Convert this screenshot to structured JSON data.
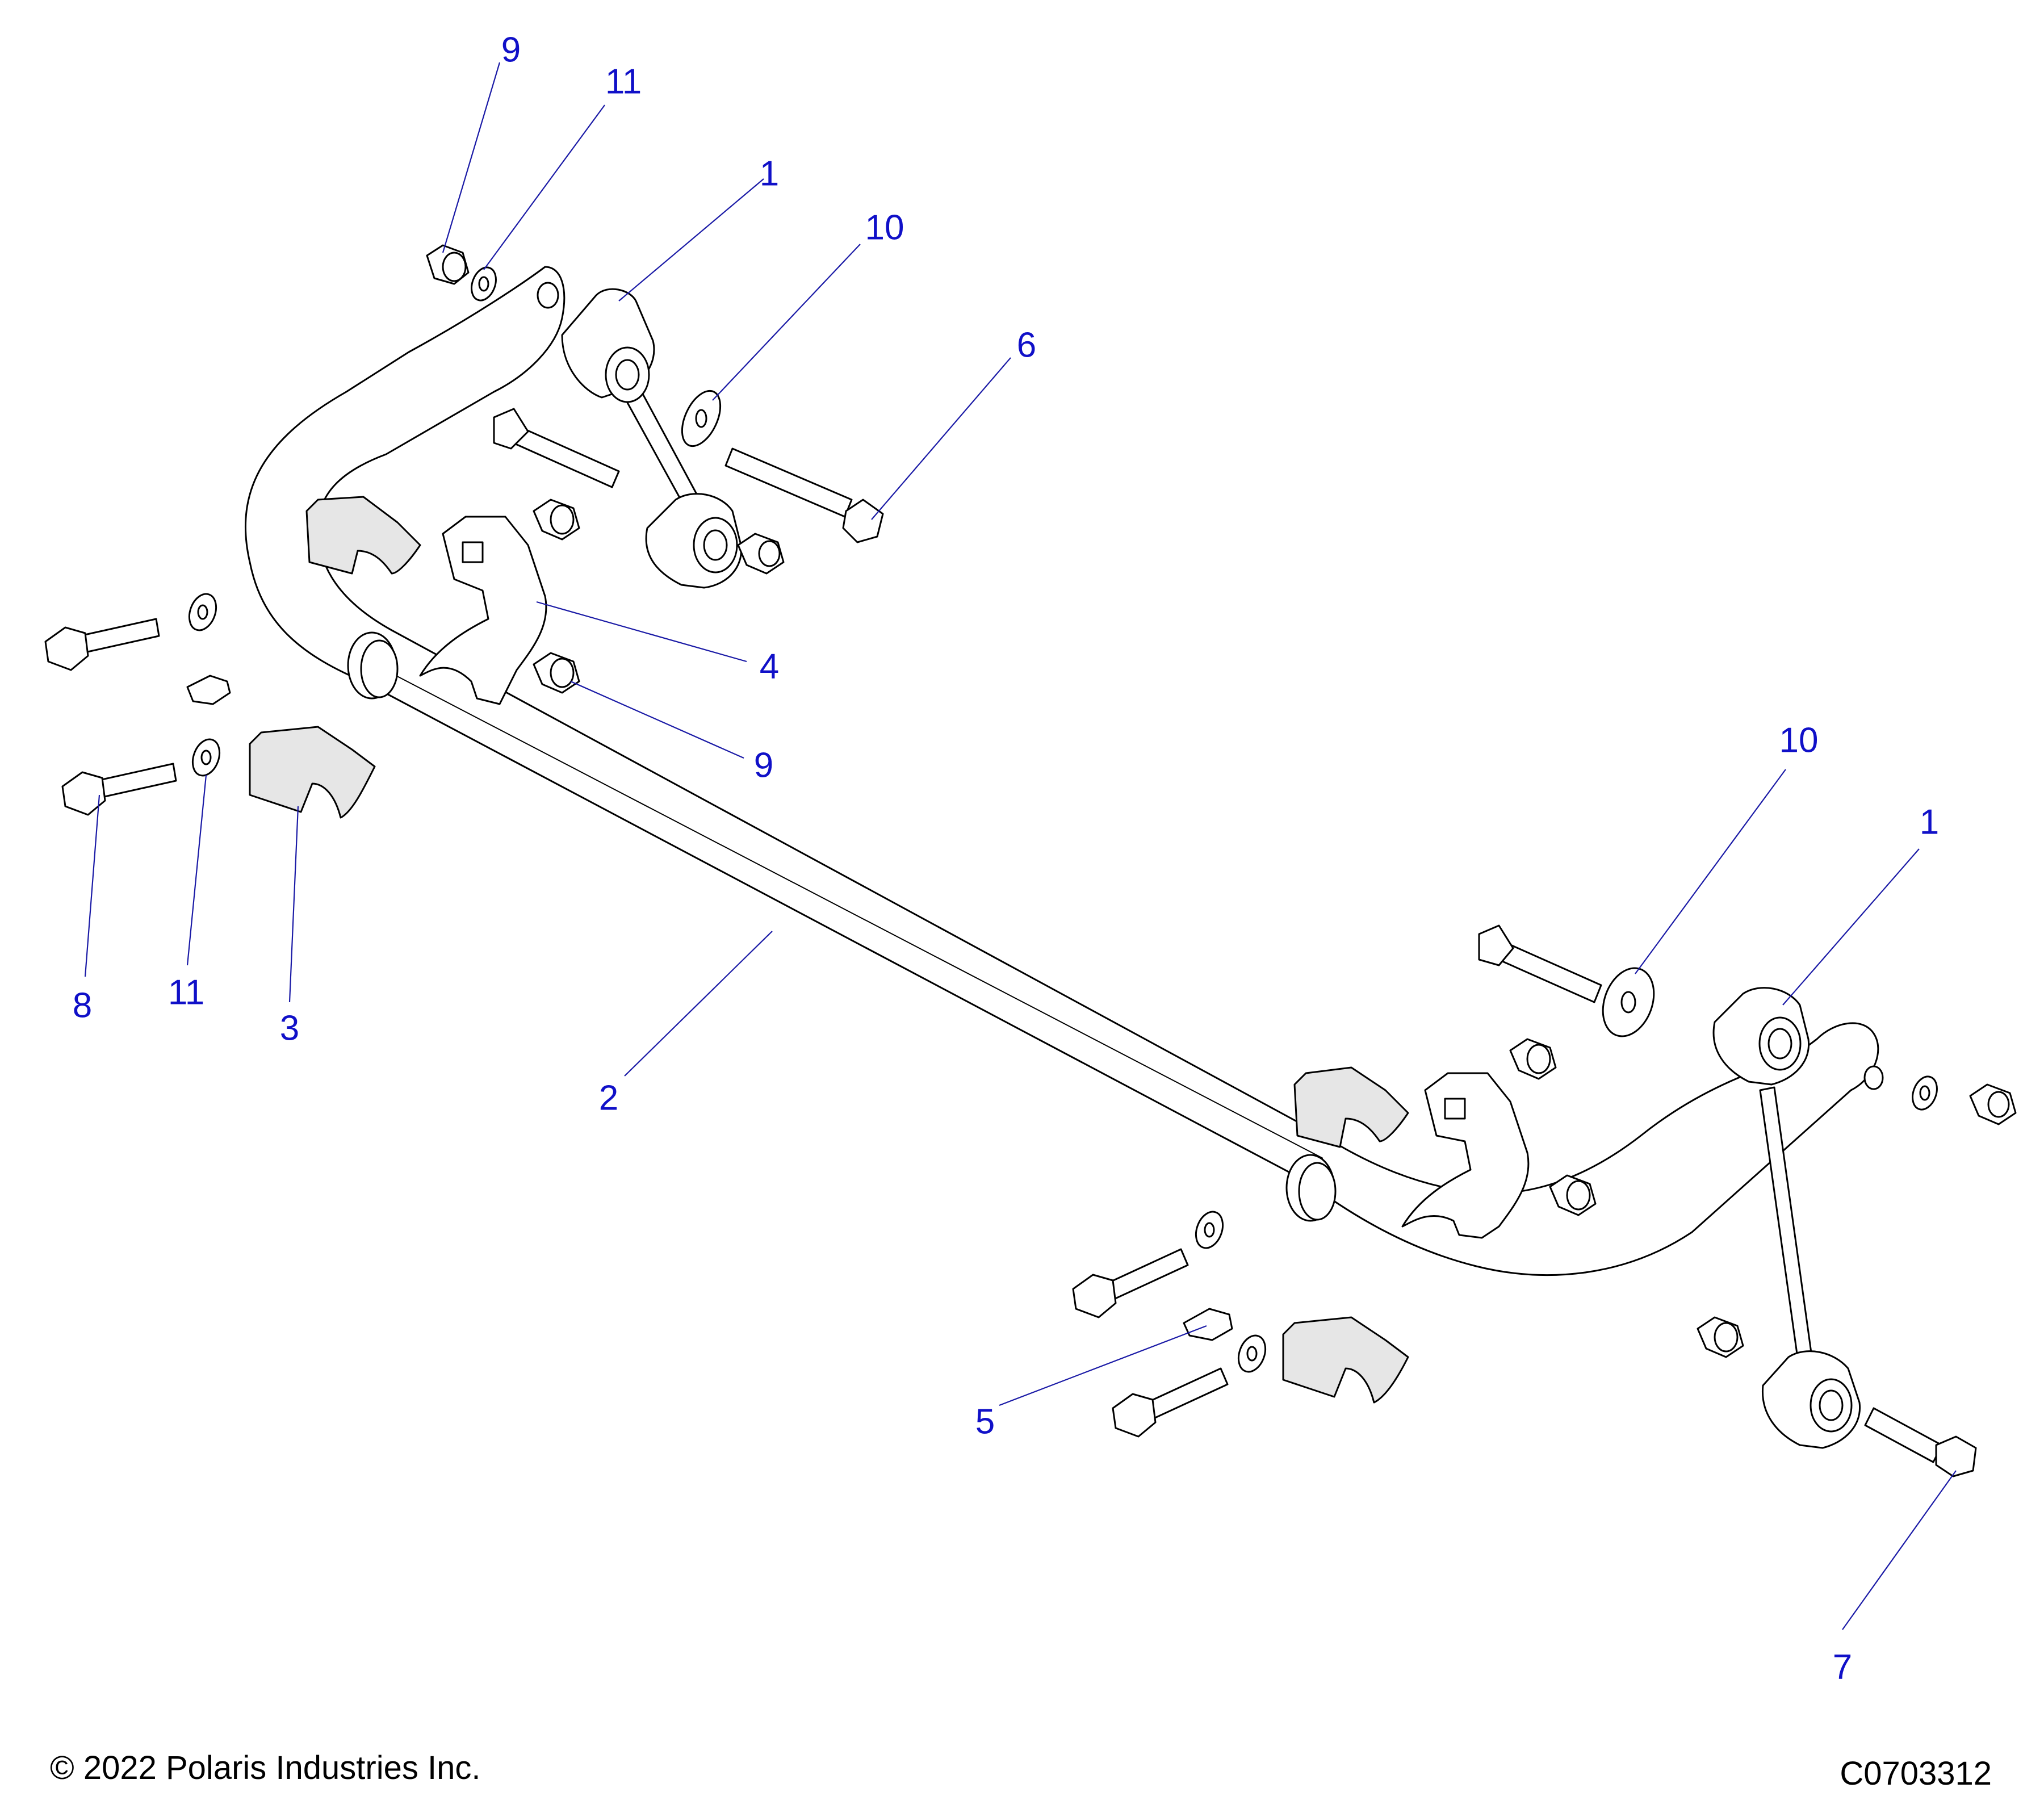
{
  "callouts": [
    {
      "id": "c9a",
      "label": "9"
    },
    {
      "id": "c11a",
      "label": "11"
    },
    {
      "id": "c1a",
      "label": "1"
    },
    {
      "id": "c10a",
      "label": "10"
    },
    {
      "id": "c6",
      "label": "6"
    },
    {
      "id": "c4",
      "label": "4"
    },
    {
      "id": "c9b",
      "label": "9"
    },
    {
      "id": "c8",
      "label": "8"
    },
    {
      "id": "c11b",
      "label": "11"
    },
    {
      "id": "c3",
      "label": "3"
    },
    {
      "id": "c2",
      "label": "2"
    },
    {
      "id": "c10b",
      "label": "10"
    },
    {
      "id": "c1b",
      "label": "1"
    },
    {
      "id": "c5",
      "label": "5"
    },
    {
      "id": "c7",
      "label": "7"
    }
  ],
  "footer": {
    "copyright": "© 2022 Polaris Industries Inc.",
    "figure_id": "C0703312"
  },
  "colors": {
    "callout": "#1010c8",
    "leader": "#1a1aa6",
    "line": "#000000"
  }
}
